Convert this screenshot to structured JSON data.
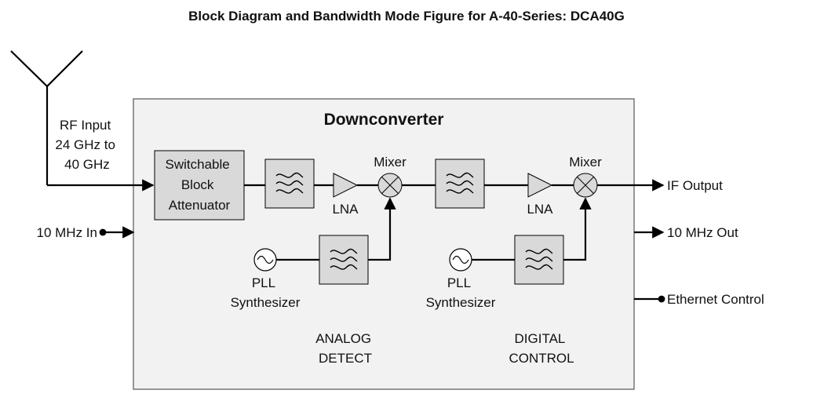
{
  "title": "Block Diagram and Bandwidth Mode Figure for A-40-Series: DCA40G",
  "colors": {
    "title": "#1f3864",
    "line": "#000000",
    "box_fill": "#f2f2f2",
    "block_fill": "#d9d9d9"
  },
  "diagram": {
    "main_block": "Downconverter",
    "rf_input": [
      "RF Input",
      "24 GHz to",
      "40 GHz"
    ],
    "attenuator": [
      "Switchable",
      "Block",
      "Attenuator"
    ],
    "mixer_1": "Mixer",
    "mixer_2": "Mixer",
    "lna_1": "LNA",
    "lna_2": "LNA",
    "pll_1": [
      "PLL",
      "Synthesizer"
    ],
    "pll_2": [
      "PLL",
      "Synthesizer"
    ],
    "analog_detect": [
      "ANALOG",
      "DETECT"
    ],
    "digital_control": [
      "DIGITAL",
      "CONTROL"
    ],
    "ref_in": "10 MHz In",
    "if_output": "IF Output",
    "ref_out": "10 MHz Out",
    "ethernet": "Ethernet Control",
    "icons": {
      "antenna": "antenna-icon",
      "filter": "bandpass-filter-icon",
      "amplifier": "amplifier-triangle-icon",
      "mixer": "mixer-x-icon",
      "oscillator": "oscillator-sine-icon"
    }
  }
}
